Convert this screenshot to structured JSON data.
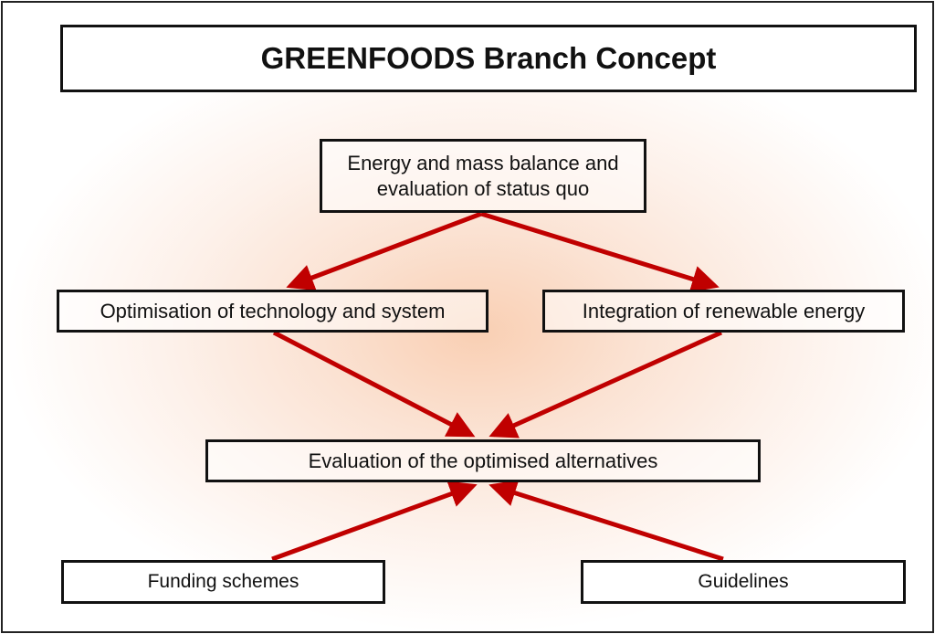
{
  "diagram": {
    "title": "GREENFOODS Branch Concept",
    "nodes": {
      "status_quo": "Energy and mass balance and evaluation of status quo",
      "optimisation": "Optimisation of technology and system",
      "renewable": "Integration of renewable energy",
      "evaluation": "Evaluation of the optimised alternatives",
      "funding": "Funding schemes",
      "guidelines": "Guidelines"
    },
    "edges": [
      {
        "from": "status_quo",
        "to": "optimisation"
      },
      {
        "from": "status_quo",
        "to": "renewable"
      },
      {
        "from": "optimisation",
        "to": "evaluation"
      },
      {
        "from": "renewable",
        "to": "evaluation"
      },
      {
        "from": "funding",
        "to": "evaluation"
      },
      {
        "from": "guidelines",
        "to": "evaluation"
      }
    ],
    "colors": {
      "arrow": "#c00000",
      "border": "#111111",
      "glow": "#f9cfb3"
    }
  }
}
